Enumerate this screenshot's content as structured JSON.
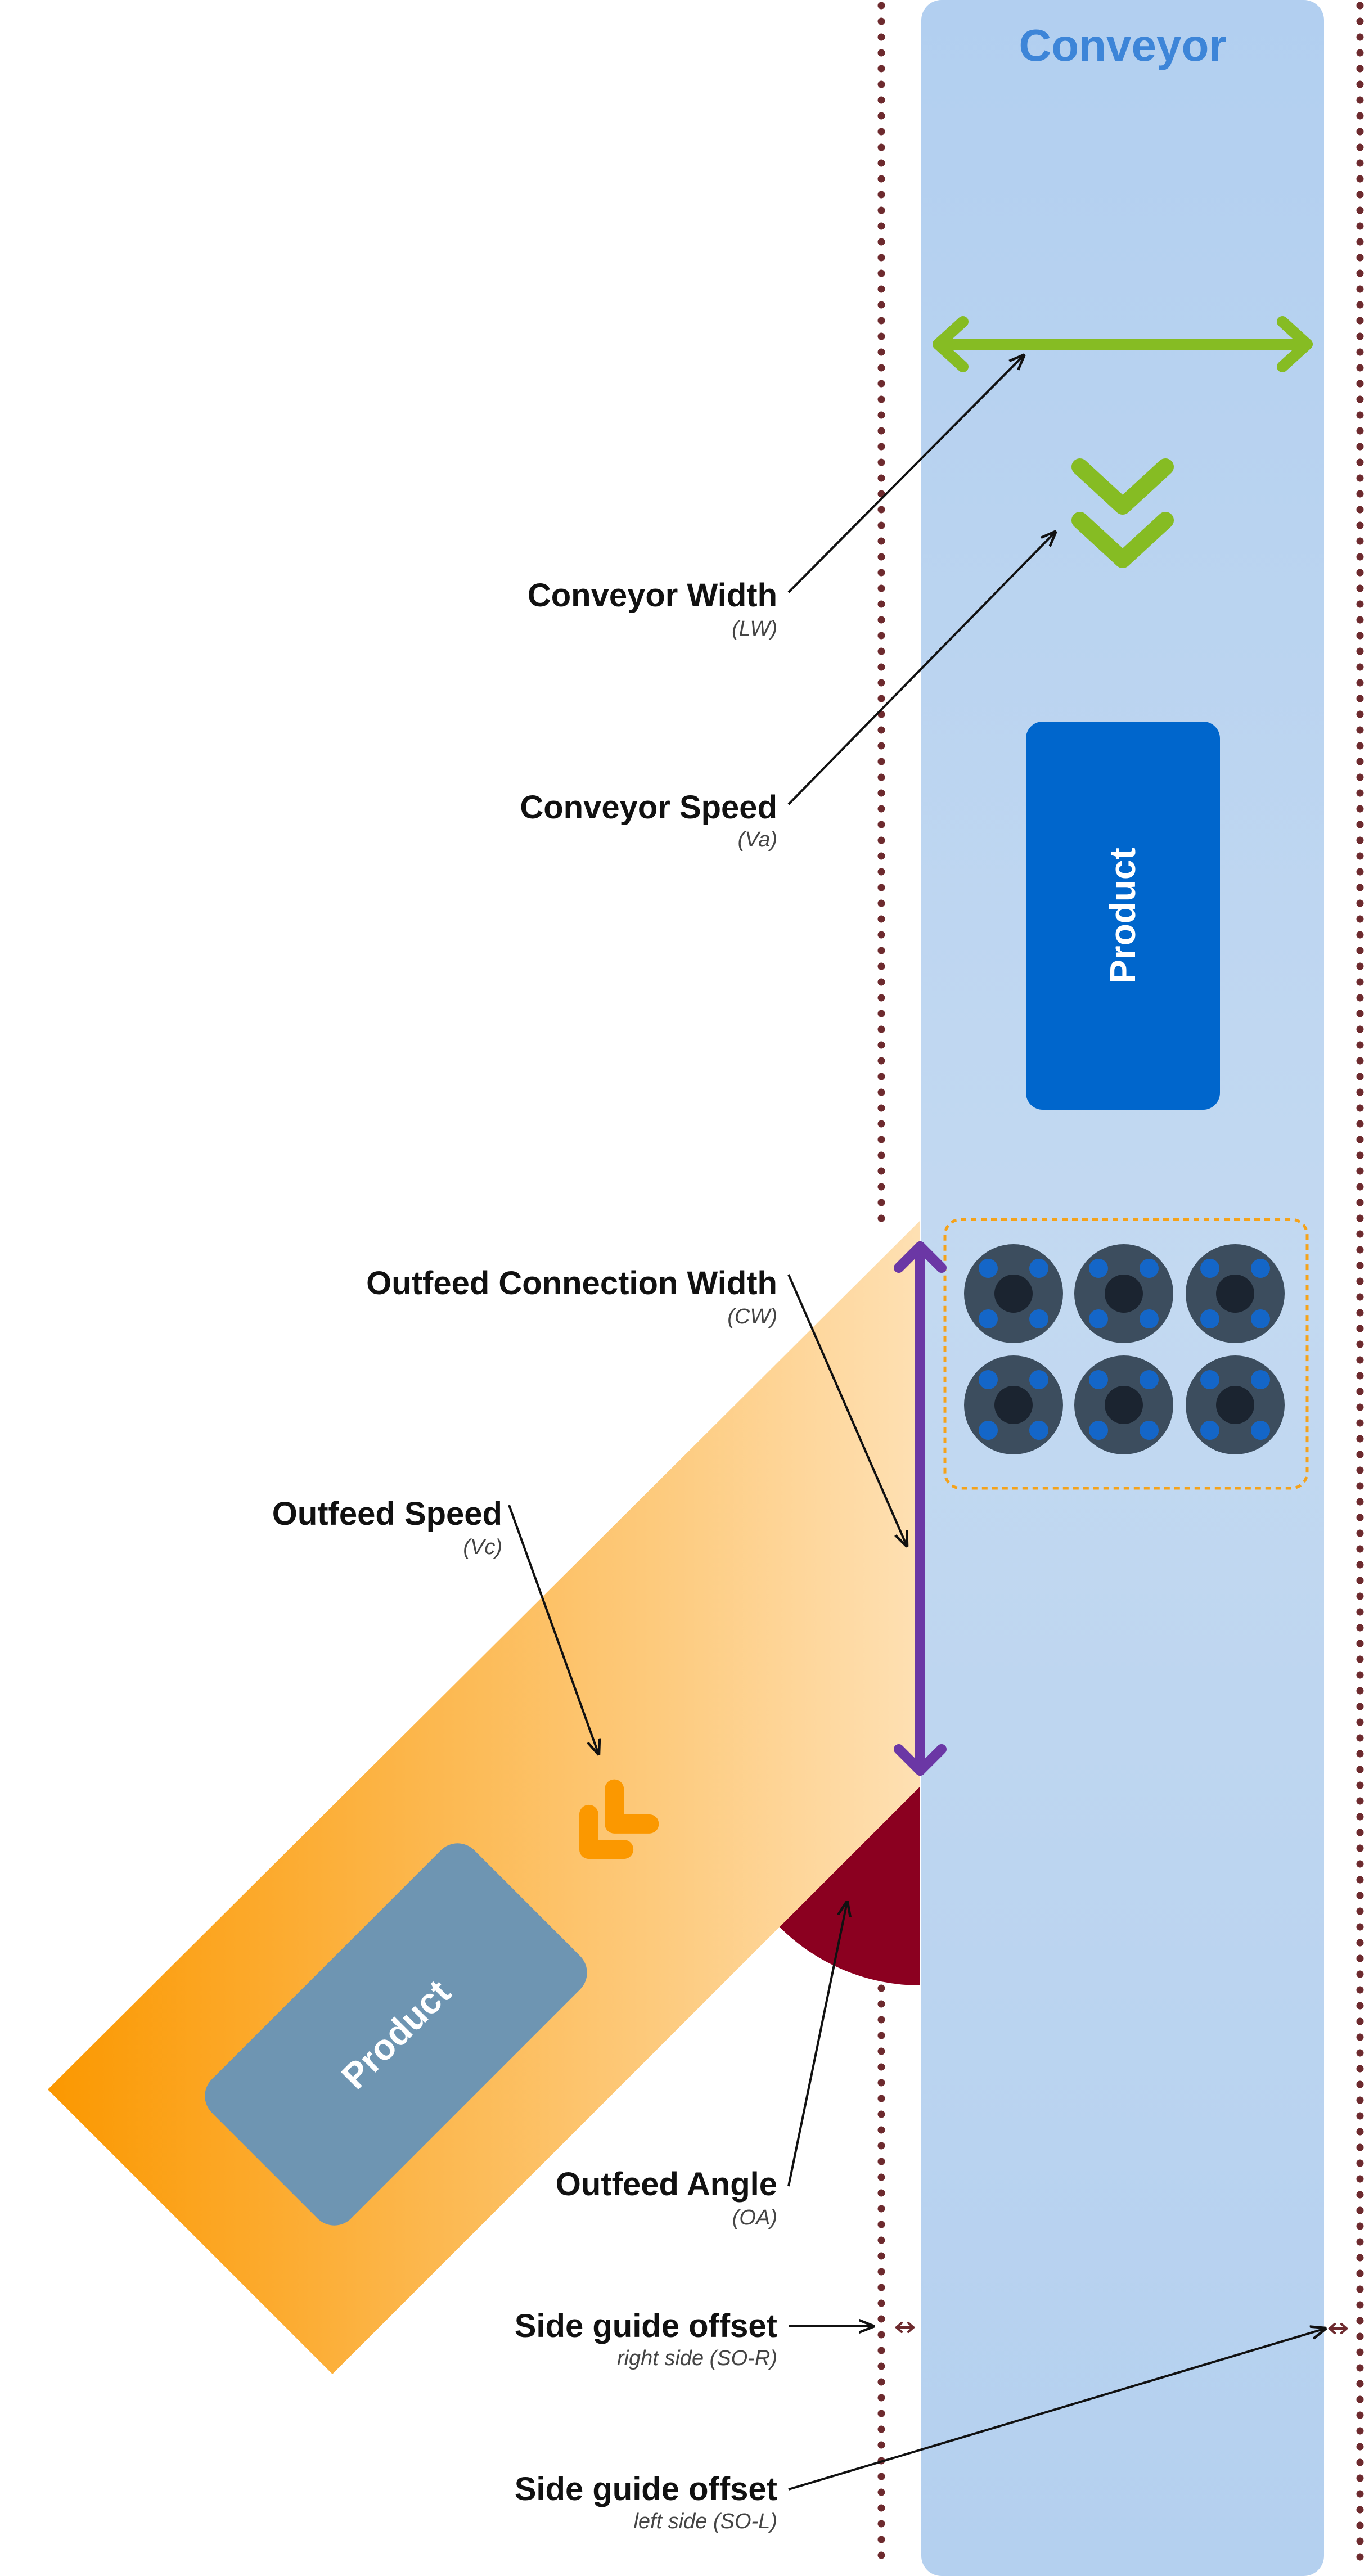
{
  "conveyor": {
    "title": "Conveyor",
    "product_label": "Product",
    "color_title": "#3d85d8",
    "color_body": "#bed6f0",
    "color_product": "#0066cc"
  },
  "outfeed": {
    "product_label": "Product",
    "color_start": "#fb9800",
    "color_end": "#fee0b3",
    "color_product": "#6e95b2",
    "color_speed_icon": "#fb9800",
    "color_angle": "#8b0020",
    "color_connection": "#6b37a5"
  },
  "accent": {
    "green": "#86bc23",
    "guide_dots": "#6d2a2e"
  },
  "labels": {
    "conveyor_width": {
      "title": "Conveyor Width",
      "sub": "(LW)"
    },
    "conveyor_speed": {
      "title": "Conveyor Speed",
      "sub": "(Va)"
    },
    "outfeed_connection_width": {
      "title": "Outfeed Connection Width",
      "sub": "(CW)"
    },
    "outfeed_speed": {
      "title": "Outfeed Speed",
      "sub": "(Vc)"
    },
    "outfeed_angle": {
      "title": "Outfeed Angle",
      "sub": "(OA)"
    },
    "side_guide_right": {
      "title": "Side guide offset",
      "sub": "right side (SO-R)"
    },
    "side_guide_left": {
      "title": "Side guide offset",
      "sub": "left side (SO-L)"
    }
  }
}
